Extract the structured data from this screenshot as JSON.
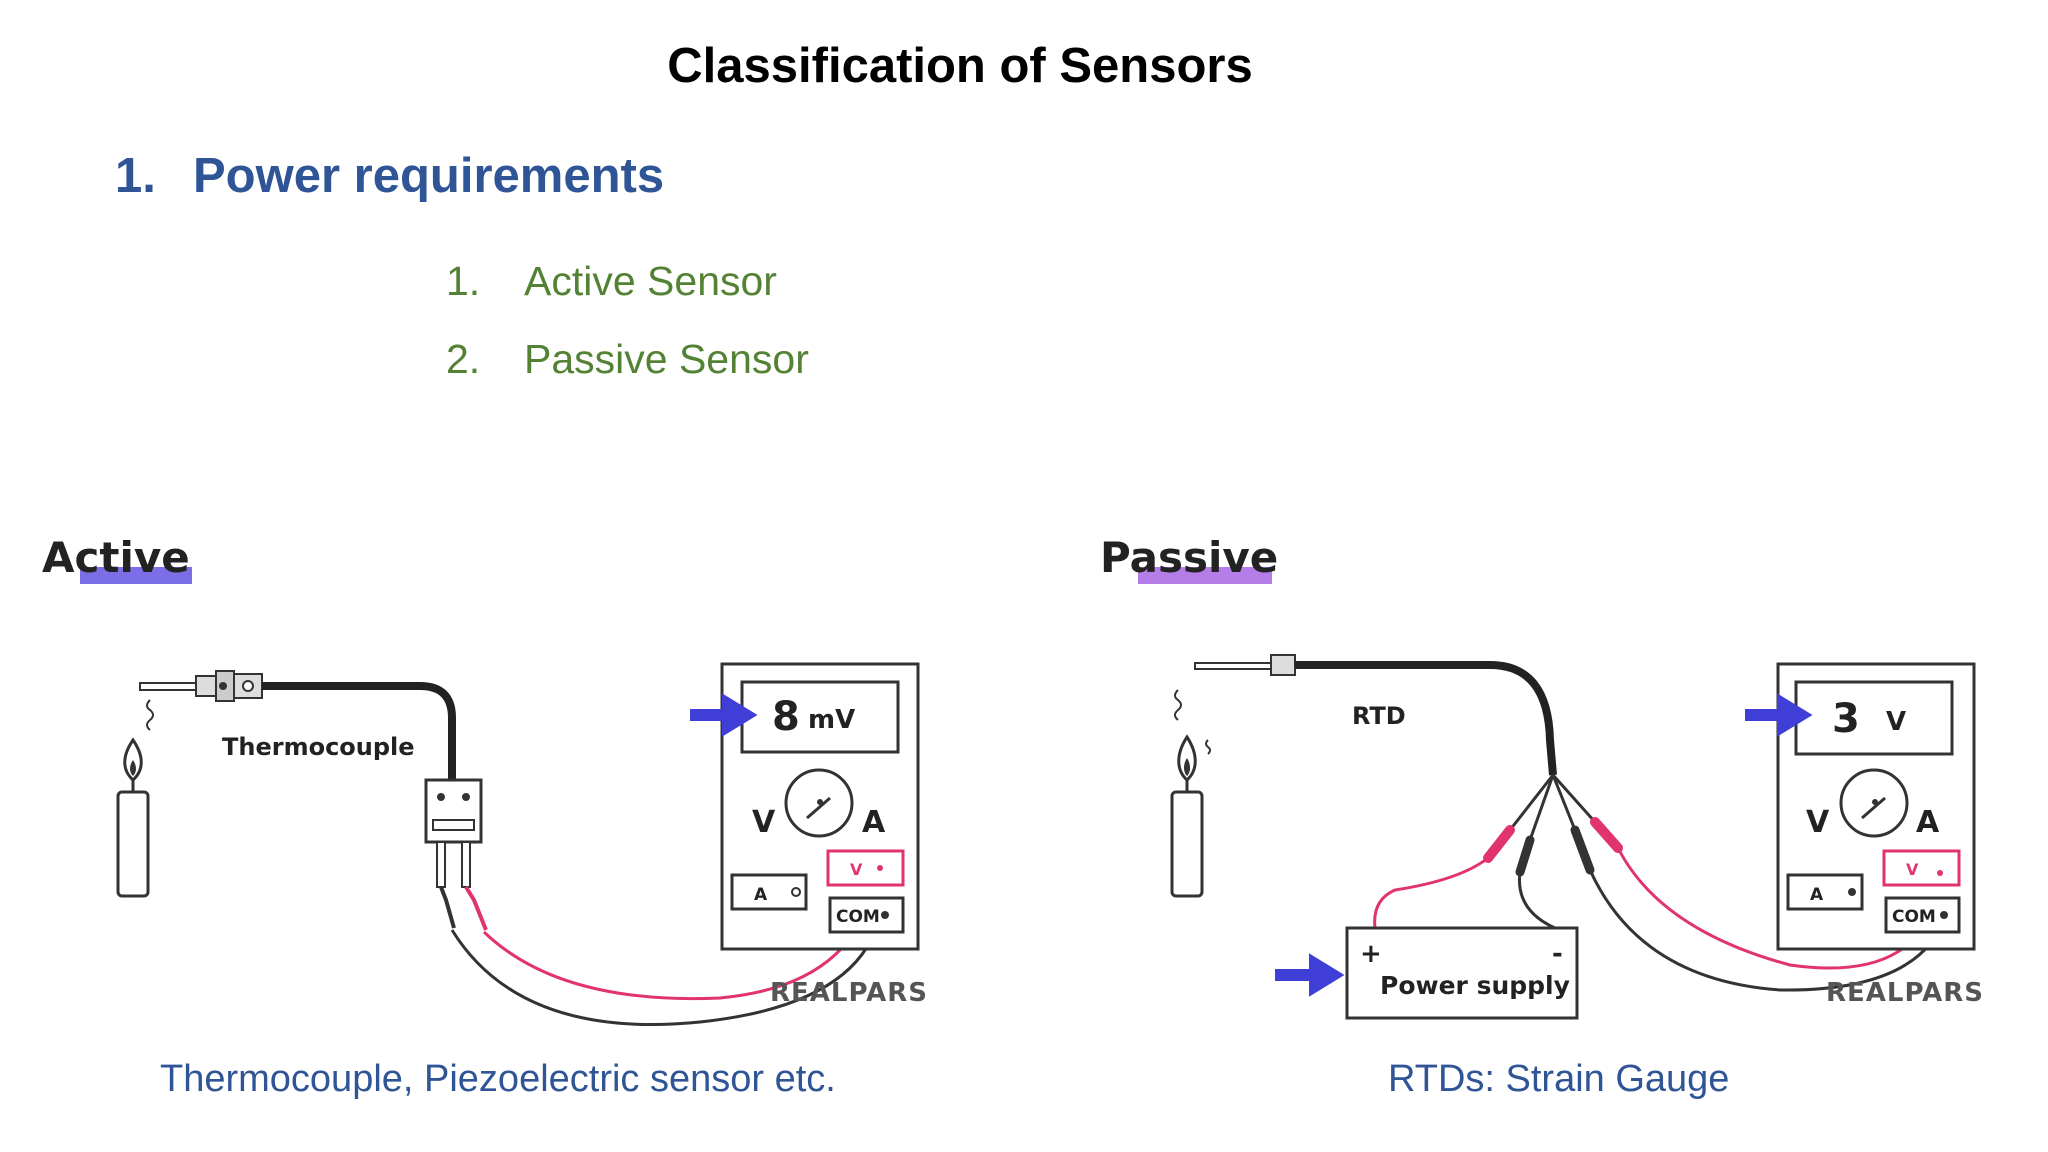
{
  "slide": {
    "title": "Classification of Sensors",
    "heading": {
      "number": "1.",
      "text": "Power requirements"
    },
    "items": [
      {
        "number": "1.",
        "text": "Active Sensor"
      },
      {
        "number": "2.",
        "text": "Passive Sensor"
      }
    ]
  },
  "active": {
    "title": "Active",
    "sensor_label": "Thermocouple",
    "reading_value": "8",
    "reading_unit": "mV",
    "meter_v": "V",
    "meter_a": "A",
    "port_a": "A",
    "port_v": "V",
    "port_com": "COM",
    "watermark": "REALPARS",
    "caption": "Thermocouple, Piezoelectric sensor etc."
  },
  "passive": {
    "title": "Passive",
    "sensor_label": "RTD",
    "reading_value": "3",
    "reading_unit": "V",
    "meter_v": "V",
    "meter_a": "A",
    "port_a": "A",
    "port_v": "V",
    "port_com": "COM",
    "supply_label": "Power supply",
    "supply_plus": "+",
    "supply_minus": "-",
    "watermark": "REALPARS",
    "caption": "RTDs: Strain Gauge"
  },
  "colors": {
    "heading": "#2f5597",
    "subitem": "#548235",
    "caption": "#2f5597",
    "accent_arrow": "#3f3fd8",
    "wire_red": "#e0336f",
    "underline_active": "#7b6ee6",
    "underline_passive": "#b47de8"
  }
}
